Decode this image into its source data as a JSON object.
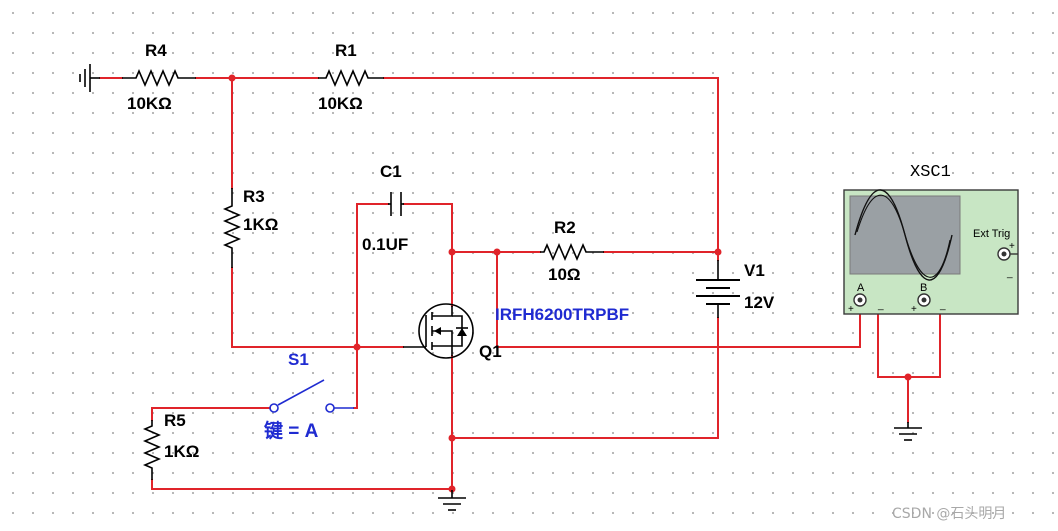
{
  "components": {
    "r4": {
      "name": "R4",
      "value": "10KΩ"
    },
    "r1": {
      "name": "R1",
      "value": "10KΩ"
    },
    "r3": {
      "name": "R3",
      "value": "1KΩ"
    },
    "c1": {
      "name": "C1",
      "value": "0.1UF"
    },
    "r2": {
      "name": "R2",
      "value": "10Ω"
    },
    "v1": {
      "name": "V1",
      "value": "12V"
    },
    "q1": {
      "name": "Q1",
      "model": "IRFH6200TRPBF"
    },
    "s1": {
      "name": "S1",
      "key": "键 = A"
    },
    "r5": {
      "name": "R5",
      "value": "1KΩ"
    }
  },
  "scope": {
    "name": "XSC1",
    "ext_trig": "Ext Trig",
    "channel_a": "A",
    "channel_b": "B",
    "plus": "+",
    "minus": "_"
  },
  "watermark": "CSDN @石头明月",
  "colors": {
    "wire": "#e0242a",
    "component": "#000000",
    "label_blue": "#1f2bd1",
    "scope_body": "#c8e6c4",
    "scope_screen": "#9aa0a4"
  }
}
